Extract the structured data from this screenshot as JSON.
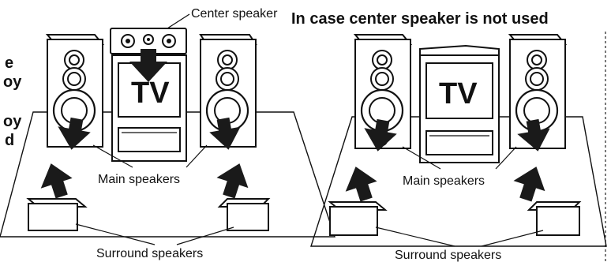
{
  "left_diagram": {
    "center_speaker_label": "Center speaker",
    "tv_label": "TV",
    "main_speakers_label": "Main speakers",
    "surround_speakers_label": "Surround speakers"
  },
  "right_diagram": {
    "title": "In case center speaker is not used",
    "tv_label": "TV",
    "main_speakers_label": "Main speakers",
    "surround_speakers_label": "Surround speakers"
  },
  "left_margin_text_fragments": [
    "e",
    "oy",
    "oy",
    "d"
  ]
}
